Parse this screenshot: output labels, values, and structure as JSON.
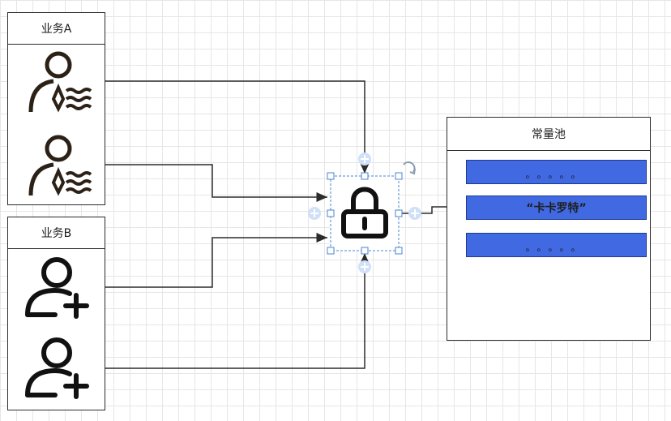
{
  "business_a": {
    "title": "业务A"
  },
  "business_b": {
    "title": "业务B"
  },
  "constant_pool": {
    "title": "常量池",
    "entries": [
      "。。。。。",
      "“卡卡罗特”",
      "。。。。。"
    ]
  },
  "icons": {
    "business_a_users": [
      "user-tie-icon",
      "user-tie-icon"
    ],
    "business_b_users": [
      "user-add-icon",
      "user-add-icon"
    ],
    "center": "lock-icon"
  },
  "colors": {
    "entry_fill": "#4169e1",
    "selection": "#4a86d6",
    "handle_add": "#cfe0f8",
    "stroke": "#2b2b2b"
  }
}
